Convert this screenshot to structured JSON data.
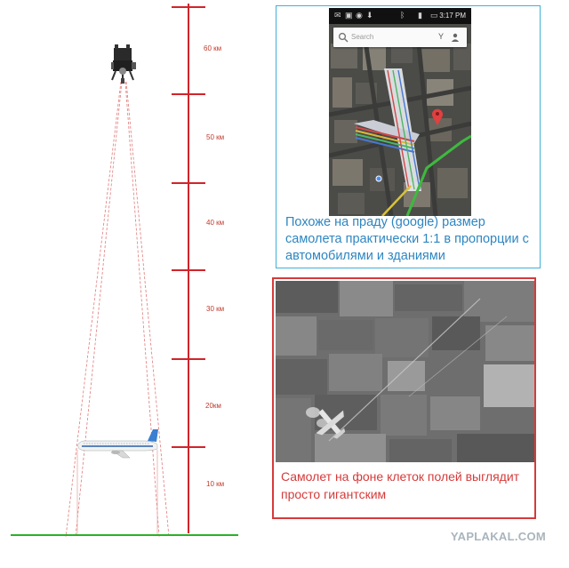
{
  "scale": {
    "altitude_labels": [
      "60 км",
      "50 км",
      "40 км",
      "30 км",
      "20км",
      "10 км"
    ]
  },
  "phone_panel": {
    "status_time": "3:17 PM",
    "search_placeholder": "Search",
    "caption": "Похоже на праду (google) размер самолета практически 1:1 в пропорции с автомобилями и зданиями"
  },
  "satellite_panel": {
    "caption": "Самолет на фоне клеток полей выглядит просто гигантским"
  },
  "watermark": "YAPLAKAL.COM",
  "colors": {
    "scale": "#d0242b",
    "ground": "#2bb02b",
    "phone_border": "#3fb0d8",
    "phone_caption": "#2e86c1",
    "satellite_border": "#d63a3a"
  }
}
